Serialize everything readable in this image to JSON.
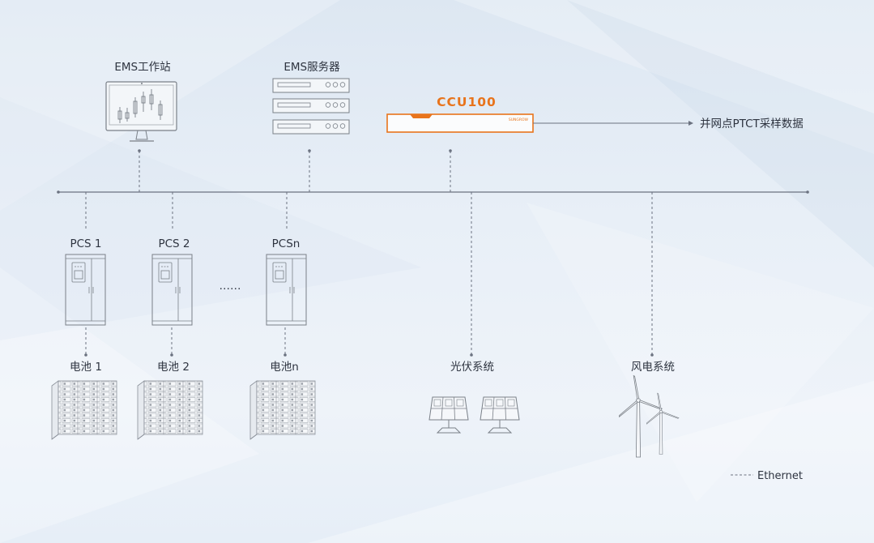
{
  "labels": {
    "ems_workstation": "EMS工作站",
    "ems_server": "EMS服务器",
    "ccu": "CCU100",
    "ccu_brand": "SUNGROW",
    "grid_point": "并网点PTCT采样数据",
    "pcs1": "PCS 1",
    "pcs2": "PCS 2",
    "pcsn": "PCSn",
    "ellipsis": "……",
    "battery1": "电池 1",
    "battery2": "电池 2",
    "batteryn": "电池n",
    "pv_system": "光伏系统",
    "wind_system": "风电系统"
  },
  "legend": {
    "ethernet": "Ethernet"
  },
  "colors": {
    "line": "#6b7280",
    "accent": "#e8741c",
    "device_stroke": "#7a8088",
    "text": "#2e3440"
  }
}
